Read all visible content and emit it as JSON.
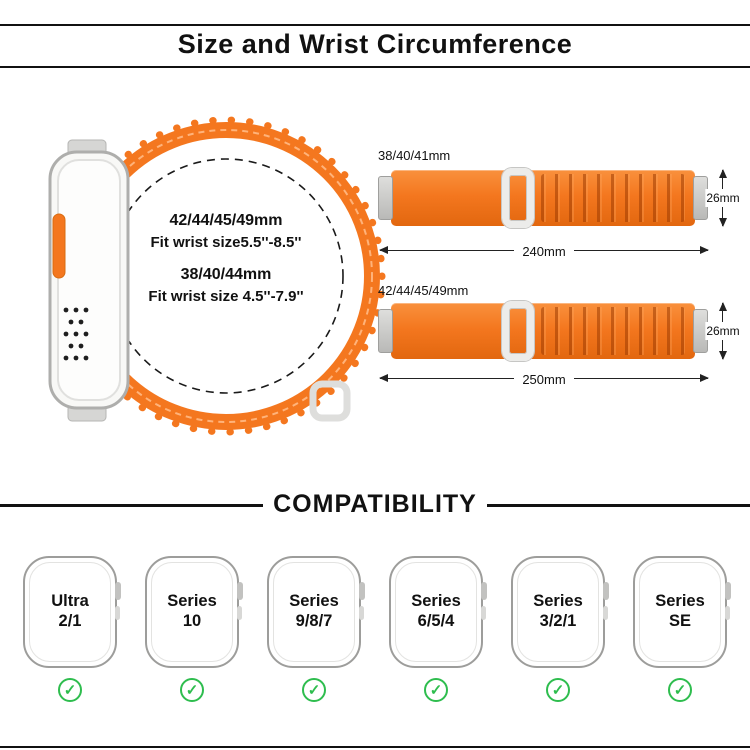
{
  "header": {
    "title": "Size and Wrist Circumference"
  },
  "loop_diagram": {
    "lines": [
      "42/44/45/49mm",
      "Fit wrist size5.5''-8.5''",
      "38/40/44mm",
      "Fit wrist size 4.5''-7.9''"
    ]
  },
  "bands": [
    {
      "size_label": "38/40/41mm",
      "width_label": "26mm",
      "length_label": "240mm"
    },
    {
      "size_label": "42/44/45/49mm",
      "width_label": "26mm",
      "length_label": "250mm"
    }
  ],
  "compatibility": {
    "title": "COMPATIBILITY",
    "check_glyph": "✓",
    "models": [
      {
        "line1": "Ultra",
        "line2": "2/1"
      },
      {
        "line1": "Series",
        "line2": "10"
      },
      {
        "line1": "Series",
        "line2": "9/8/7"
      },
      {
        "line1": "Series",
        "line2": "6/5/4"
      },
      {
        "line1": "Series",
        "line2": "3/2/1"
      },
      {
        "line1": "Series",
        "line2": "SE"
      }
    ]
  },
  "colors": {
    "band_orange": "#F4771F",
    "check_green": "#2EBD4E"
  }
}
